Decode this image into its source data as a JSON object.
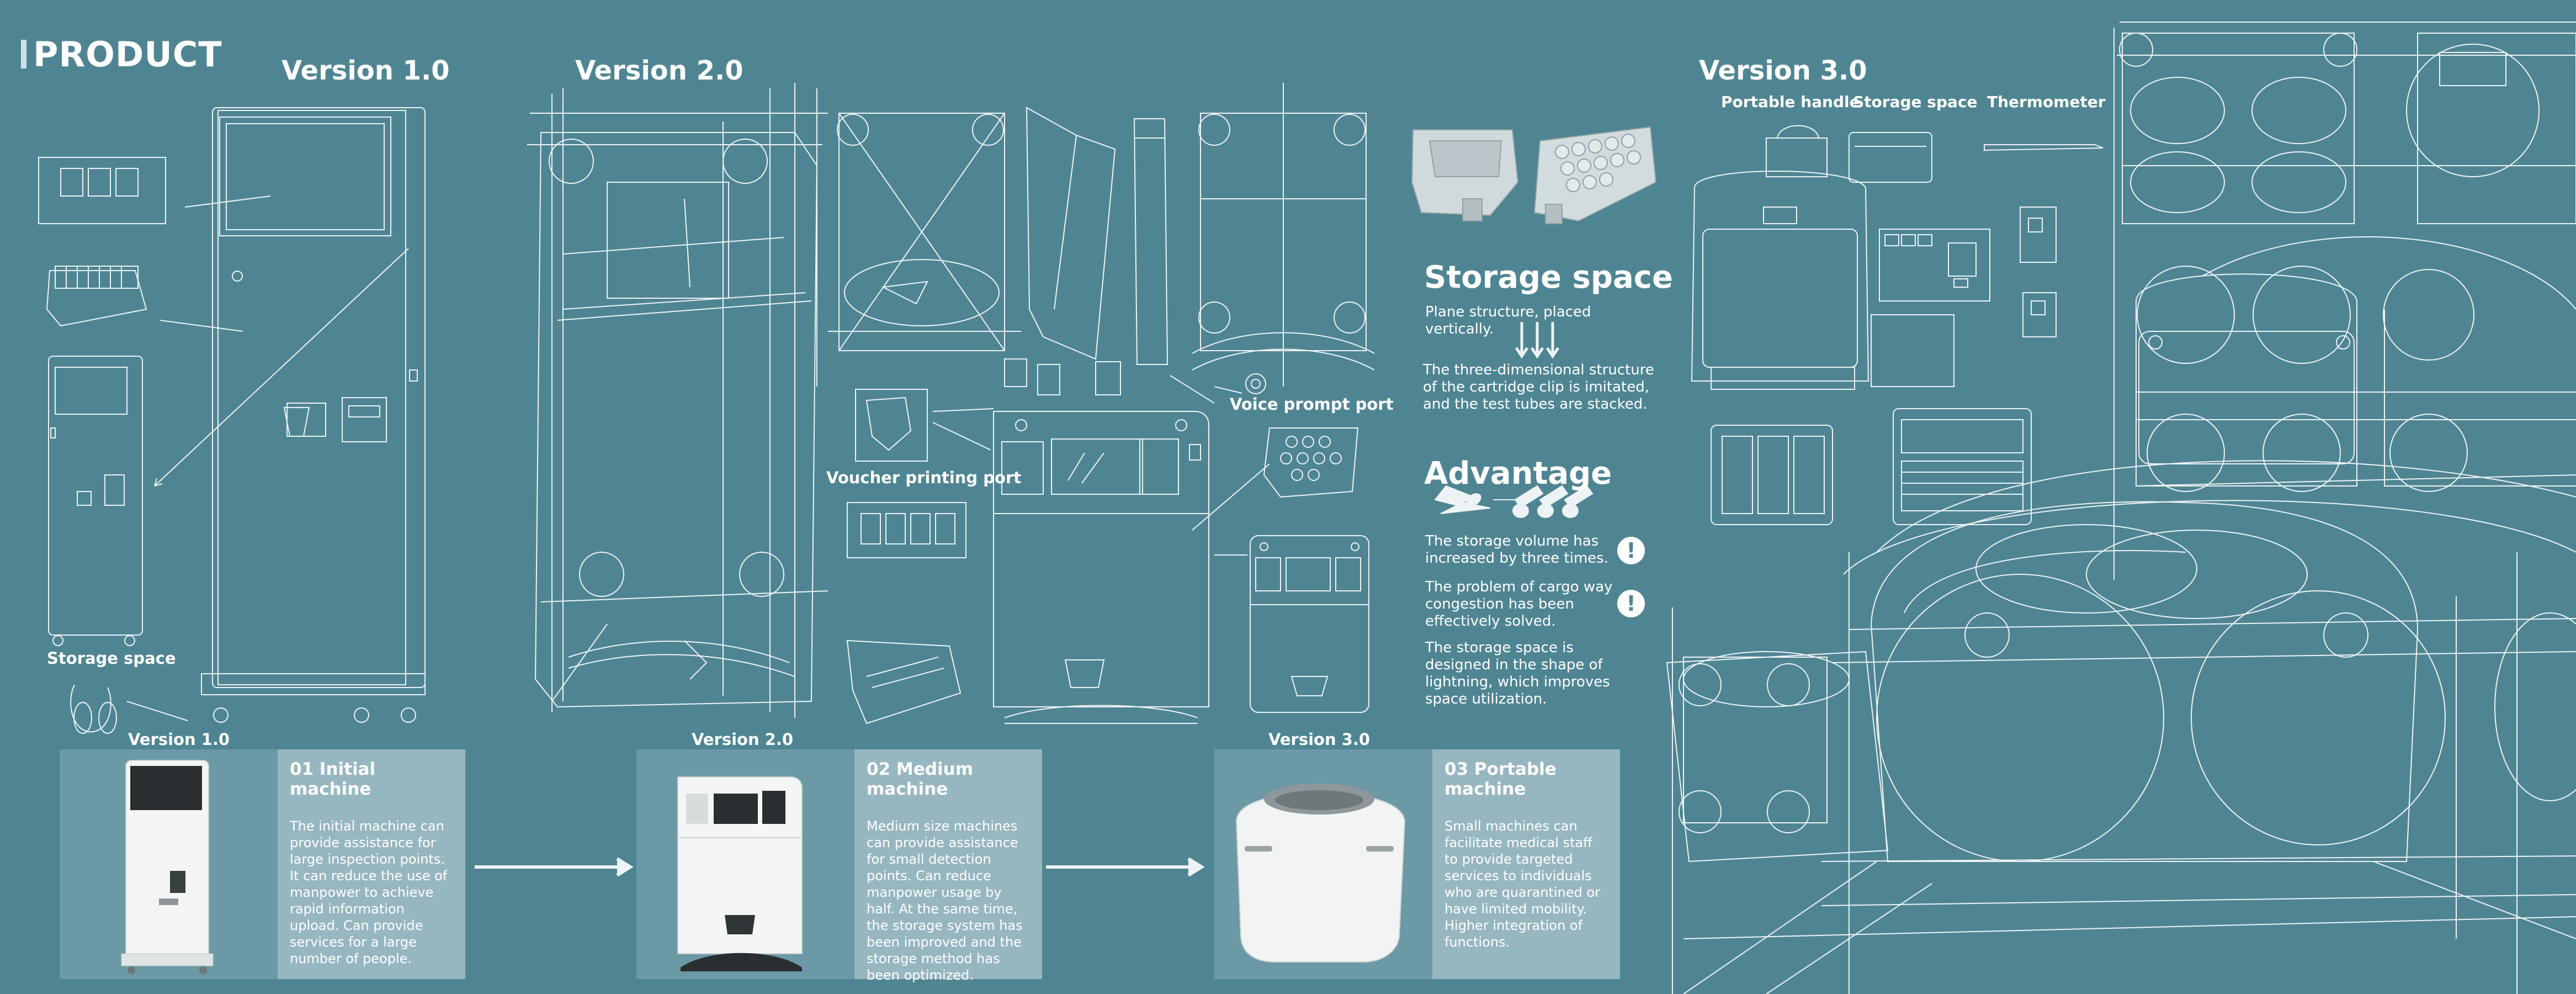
{
  "header": {
    "title": "PRODUCT"
  },
  "version1": {
    "title": "Version 1.0",
    "storage_label": "Storage space",
    "card_version": "Version 1.0",
    "card_title": "01 Initial machine",
    "card_body": "The initial machine can provide assistance for large inspection points. It can reduce the use of manpower to achieve rapid information upload. Can provide services for a large number of people."
  },
  "version2": {
    "title": "Version 2.0",
    "voucher_label": "Voucher printing port",
    "voice_label": "Voice prompt port",
    "card_version": "Version 2.0",
    "card_title": "02 Medium machine",
    "card_body": "Medium size machines can provide assistance for small detection points. Can reduce manpower usage by half. At the same time, the storage system has been improved and the storage method has been optimized."
  },
  "storage_panel": {
    "title": "Storage space",
    "text1": "Plane structure, placed vertically.",
    "text2": "The three-dimensional structure of the cartridge clip is imitated, and the test tubes are stacked."
  },
  "advantage_panel": {
    "title": "Advantage",
    "items": [
      "The storage volume has increased by three times.",
      "The problem of cargo way congestion has been effectively solved.",
      "The storage space is designed in the shape of lightning, which improves space utilization."
    ]
  },
  "version3": {
    "title": "Version 3.0",
    "handle_label": "Portable handle",
    "storage_label": "Storage space",
    "thermo_label": "Thermometer",
    "card_version": "Version 3.0",
    "card_title": "03 Portable machine",
    "card_body": "Small machines can facilitate medical staff to provide targeted services to individuals who are quarantined or have limited mobility. Higher integration of functions."
  },
  "colors": {
    "background": "#4f8593",
    "line": "#ffffff",
    "card": "#9fc0c9"
  }
}
